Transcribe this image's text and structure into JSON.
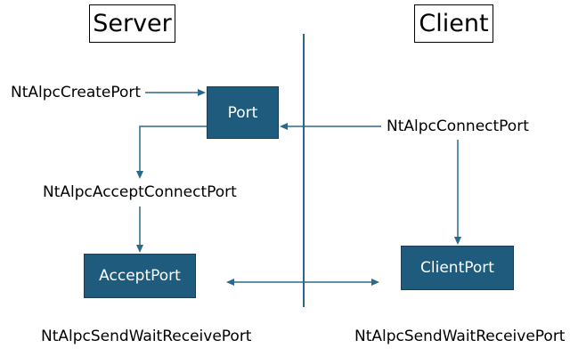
{
  "colors": {
    "node_fill": "#1e5b7c",
    "arrow": "#2a6888",
    "divider": "#2a6888"
  },
  "headers": {
    "server": "Server",
    "client": "Client"
  },
  "nodes": {
    "port": "Port",
    "accept_port": "AcceptPort",
    "client_port": "ClientPort"
  },
  "labels": {
    "create_port": "NtAlpcCreatePort",
    "connect_port": "NtAlpcConnectPort",
    "accept_connect_port": "NtAlpcAcceptConnectPort",
    "send_wait_receive_server": "NtAlpcSendWaitReceivePort",
    "send_wait_receive_client": "NtAlpcSendWaitReceivePort"
  }
}
